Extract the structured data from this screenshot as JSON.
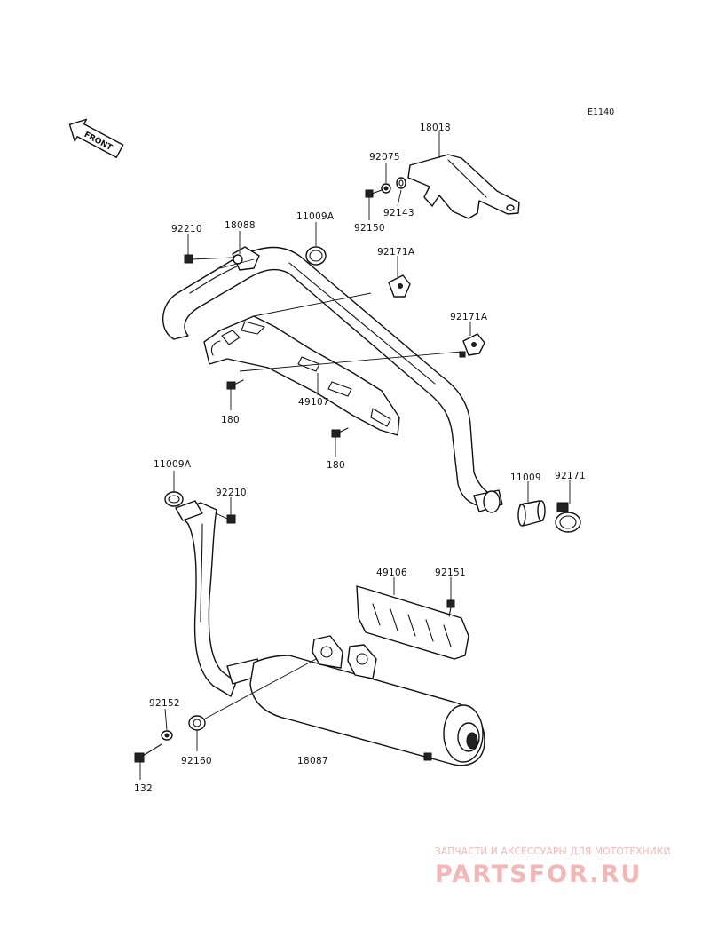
{
  "diagram_code": "E1140",
  "front_indicator": "FRONT",
  "labels": {
    "p18018": "18018",
    "p92075": "92075",
    "p92143": "92143",
    "p92150": "92150",
    "p92210a": "92210",
    "p18088": "18088",
    "p11009a_top": "11009A",
    "p92171a_1": "92171A",
    "p92171a_2": "92171A",
    "p180_1": "180",
    "p49107": "49107",
    "p180_2": "180",
    "p11009a_bot": "11009A",
    "p92210b": "92210",
    "p11009": "11009",
    "p92171": "92171",
    "p49106": "49106",
    "p92151": "92151",
    "p92152": "92152",
    "p92160": "92160",
    "p18087": "18087",
    "p132": "132"
  },
  "watermark": {
    "tagline": "ЗАПЧАСТИ И АКСЕССУАРЫ ДЛЯ МОТОТЕХНИКИ",
    "logo": "PARTSFOR.RU"
  }
}
